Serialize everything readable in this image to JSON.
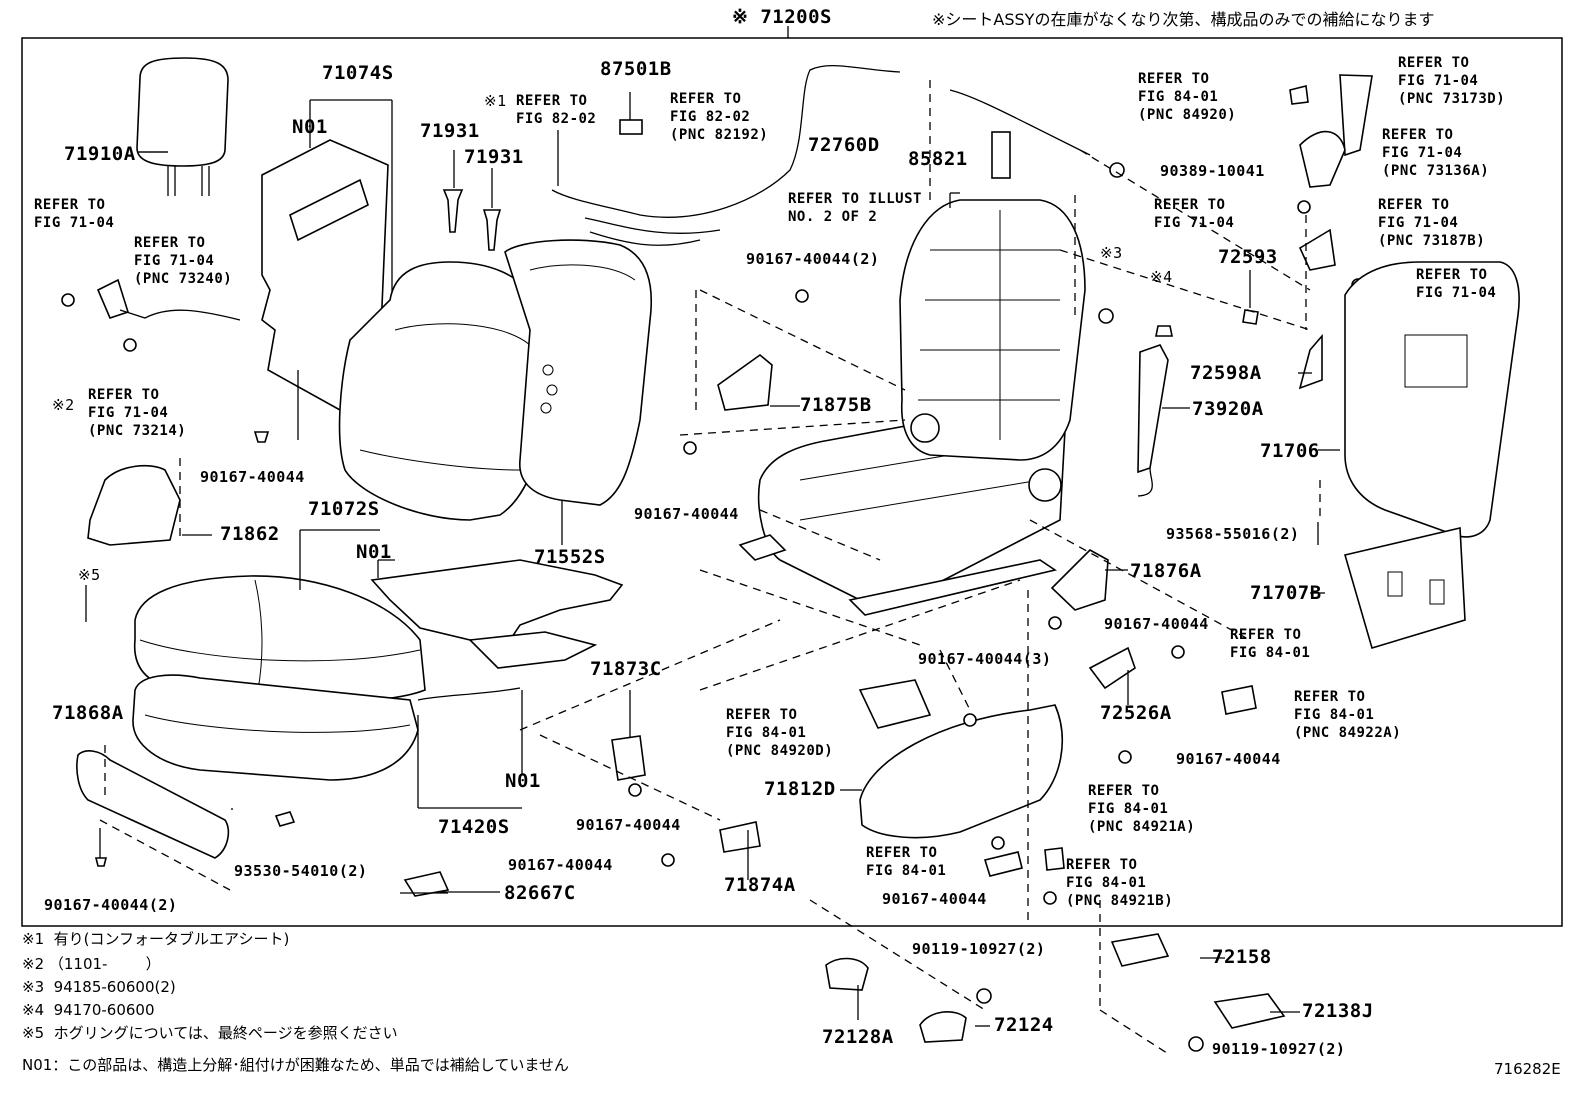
{
  "header": {
    "assy_code": "※ 71200S",
    "assy_note": "※シートASSYの在庫がなくなり次第、構成品のみでの補給になります"
  },
  "parts": {
    "p71074S": "71074S",
    "n01_back": "N01",
    "p71910A": "71910A",
    "ref_71_04_a": "REFER TO\nFIG 71-04",
    "ref_73240": "REFER TO\nFIG 71-04\n(PNC 73240)",
    "ref_73214": "REFER TO\nFIG 71-04\n(PNC 73214)",
    "mark2": "※2",
    "p90167_a": "90167-40044",
    "p71862": "71862",
    "mark5": "※5",
    "p71072S": "71072S",
    "n01_seat": "N01",
    "p71868A": "71868A",
    "p93530": "93530-54010(2)",
    "p90167_2_a": "90167-40044(2)",
    "p71420S": "71420S",
    "n01_heater": "N01",
    "p82667C": "82667C",
    "p71931_a": "71931",
    "p71931_b": "71931",
    "p71552S": "71552S",
    "p87501B": "87501B",
    "mark1": "※1",
    "ref_82_02": "REFER TO\nFIG 82-02",
    "ref_82192": "REFER TO\nFIG 82-02\n(PNC 82192)",
    "p72760D": "72760D",
    "p85821": "85821",
    "p90389": "90389-10041",
    "ref_illust": "REFER TO ILLUST\nNO. 2 OF 2",
    "p90167_2_b": "90167-40044(2)",
    "mark3": "※3",
    "mark4": "※4",
    "p71875B": "71875B",
    "p90167_b": "90167-40044",
    "p71873C": "71873C",
    "p90167_c": "90167-40044",
    "p90167_d": "90167-40044",
    "p71874A": "71874A",
    "ref_84920D": "REFER TO\nFIG 84-01\n(PNC 84920D)",
    "p90167_3": "90167-40044(3)",
    "p71812D": "71812D",
    "ref_84_01_a": "REFER TO\nFIG 84-01",
    "p90167_e": "90167-40044",
    "ref_84921A": "REFER TO\nFIG 84-01\n(PNC 84921A)",
    "ref_84921B": "REFER TO\nFIG 84-01\n(PNC 84921B)",
    "p90119_a": "90119-10927(2)",
    "p72158": "72158",
    "p72128A": "72128A",
    "p72124": "72124",
    "p72138J": "72138J",
    "p90119_b": "90119-10927(2)",
    "p71876A": "71876A",
    "p90167_f": "90167-40044",
    "p72526A": "72526A",
    "p90167_g": "90167-40044",
    "ref_84920": "REFER TO\nFIG 84-01\n(PNC 84920)",
    "ref_73173D": "REFER TO\nFIG 71-04\n(PNC 73173D)",
    "ref_73136A": "REFER TO\nFIG 71-04\n(PNC 73136A)",
    "ref_71_04_b": "REFER TO\nFIG 71-04",
    "ref_73187B": "REFER TO\nFIG 71-04\n(PNC 73187B)",
    "ref_71_04_c": "REFER TO\nFIG 71-04",
    "p72593": "72593",
    "p72598A": "72598A",
    "p73920A": "73920A",
    "p71706": "71706",
    "p93568": "93568-55016(2)",
    "p71707B": "71707B",
    "ref_84_01_b": "REFER TO\nFIG 84-01",
    "ref_84922A": "REFER TO\nFIG 84-01\n(PNC 84922A)"
  },
  "footnotes": [
    "※1  有り(コンフォータブルエアシート)",
    "※2 （1101-        ）",
    "※3  94185-60600(2)",
    "※4  94170-60600",
    "※5  ホグリングについては、最終ページを参照ください",
    "N01：この部品は、構造上分解･組付けが困難なため、単品では補給していません"
  ],
  "illustration_number": "716282E"
}
